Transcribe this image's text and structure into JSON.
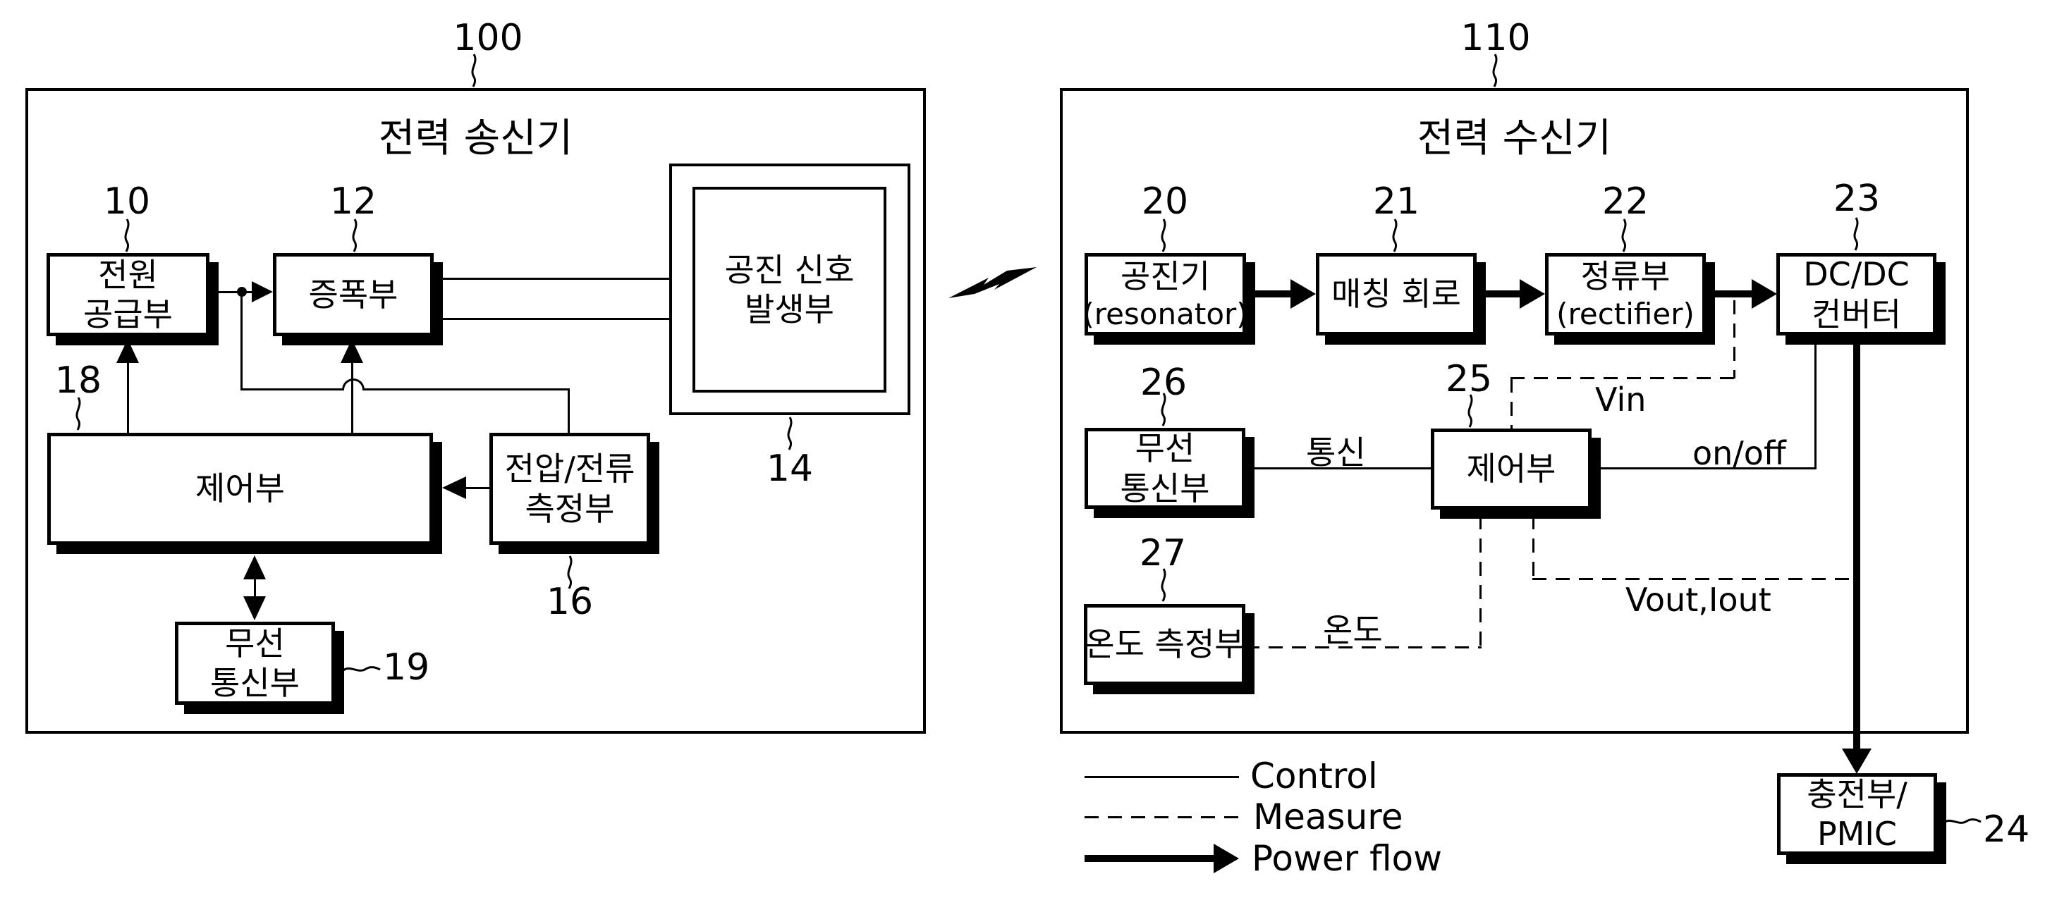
{
  "figure": {
    "transmitter": {
      "ref": "100",
      "title": "전력 송신기",
      "blocks": {
        "power_supply": {
          "ref": "10",
          "line1": "전원",
          "line2": "공급부"
        },
        "amplifier": {
          "ref": "12",
          "label": "증폭부"
        },
        "resonance": {
          "ref": "14",
          "line1": "공진 신호",
          "line2": "발생부"
        },
        "controller": {
          "ref": "18",
          "label": "제어부"
        },
        "vi_measure": {
          "ref": "16",
          "line1": "전압/전류",
          "line2": "측정부"
        },
        "wireless": {
          "ref": "19",
          "line1": "무선",
          "line2": "통신부"
        }
      }
    },
    "receiver": {
      "ref": "110",
      "title": "전력 수신기",
      "blocks": {
        "resonator": {
          "ref": "20",
          "line1": "공진기",
          "line2": "(resonator)"
        },
        "matching": {
          "ref": "21",
          "label": "매칭 회로"
        },
        "rectifier": {
          "ref": "22",
          "line1": "정류부",
          "line2": "(rectifier)"
        },
        "dcdc": {
          "ref": "23",
          "line1": "DC/DC",
          "line2": "컨버터"
        },
        "wireless": {
          "ref": "26",
          "line1": "무선",
          "line2": "통신부"
        },
        "controller": {
          "ref": "25",
          "label": "제어부"
        },
        "temperature": {
          "ref": "27",
          "label": "온도 측정부"
        },
        "charger": {
          "ref": "24",
          "line1": "충전부/",
          "line2": "PMIC"
        }
      }
    },
    "signals": {
      "comm": "통신",
      "vin": "Vin",
      "onoff": "on/off",
      "temp": "온도",
      "vout": "Vout,Iout"
    },
    "legend": {
      "control": "Control",
      "measure": "Measure",
      "power": "Power flow"
    },
    "colors": {
      "ink": "#000000",
      "paper": "#ffffff"
    }
  }
}
